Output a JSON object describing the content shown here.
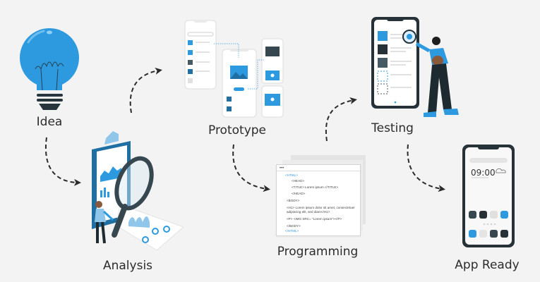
{
  "diagram": {
    "title": "App development process",
    "colors": {
      "background": "#f3f3f3",
      "primary_blue": "#2d9ae0",
      "dark_blue": "#1f6fa3",
      "dark_slate": "#37474f",
      "arrow": "#2b2b2b",
      "label_text": "#2c2c2c"
    },
    "steps": [
      {
        "id": "idea",
        "label": "Idea",
        "icon": "lightbulb-icon"
      },
      {
        "id": "analysis",
        "label": "Analysis",
        "icon": "clipboard-magnifier-icon"
      },
      {
        "id": "prototype",
        "label": "Prototype",
        "icon": "wireframe-phones-icon"
      },
      {
        "id": "programming",
        "label": "Programming",
        "icon": "code-window-icon"
      },
      {
        "id": "testing",
        "label": "Testing",
        "icon": "phone-bug-test-icon"
      },
      {
        "id": "app_ready",
        "label": "App Ready",
        "icon": "smartphone-icon"
      }
    ],
    "arrows": [
      {
        "from": "idea",
        "to": "analysis",
        "style": "dashed"
      },
      {
        "from": "analysis",
        "to": "prototype",
        "style": "dashed"
      },
      {
        "from": "prototype",
        "to": "programming",
        "style": "dashed"
      },
      {
        "from": "programming",
        "to": "testing",
        "style": "dashed"
      },
      {
        "from": "testing",
        "to": "app_ready",
        "style": "dashed"
      }
    ],
    "code_window": {
      "dots": "•••",
      "lines": [
        "<HTML>",
        "<HEAD>",
        "<TITLE> Lorem ipsum </TITLE>",
        "</HEAD>",
        "<BODY>",
        "<H1> Lorem ipsum dolor sit amet, consectetuer",
        "adipiscing elit, sed diam</H1>",
        "<P> <IMG SRC= \"Lorem ipsum\"></P>",
        "</BODY>",
        "</HTML>"
      ]
    },
    "phone_screen": {
      "time": "09:00"
    }
  }
}
